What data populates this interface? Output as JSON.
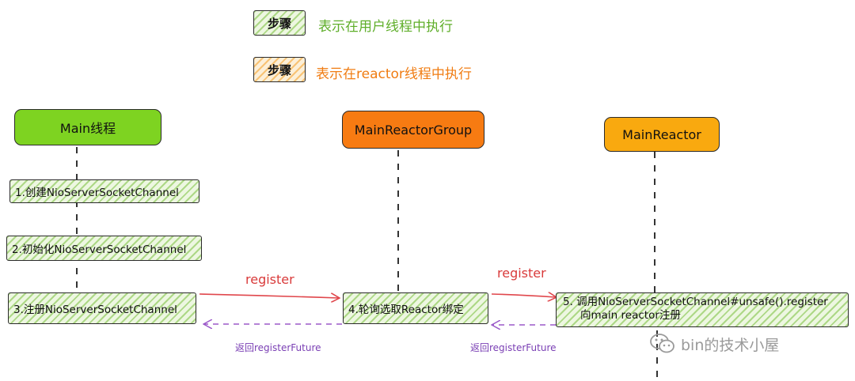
{
  "legend": [
    {
      "chip": "步骤",
      "text": "表示在用户线程中执行",
      "text_color": "#5fae2a",
      "style": "green"
    },
    {
      "chip": "步骤",
      "text": "表示在reactor线程中执行",
      "text_color": "#f07c12",
      "style": "orange"
    }
  ],
  "lanes": [
    {
      "title": "Main线程",
      "fill": "#7ed321"
    },
    {
      "title": "MainReactorGroup",
      "fill": "#f77b12"
    },
    {
      "title": "MainReactor",
      "fill": "#f9a90f"
    }
  ],
  "steps": {
    "s1": "1.创建NioServerSocketChannel",
    "s2": "2.初始化NioServerSocketChannel",
    "s3": "3.注册NioServerSocketChannel",
    "s4": "4.轮询选取Reactor绑定",
    "s5_line1": "5. 调用NioServerSocketChannel#unsafe().register",
    "s5_line2": "向main reactor注册"
  },
  "arrows": {
    "register1": "register",
    "register2": "register",
    "return1": "返回registerFuture",
    "return2": "返回registerFuture"
  },
  "colors": {
    "register_arrow": "#e0474c",
    "return_arrow": "#9b59c9"
  },
  "watermark": {
    "icon": "wechat-icon",
    "text": "bin的技术小屋"
  }
}
